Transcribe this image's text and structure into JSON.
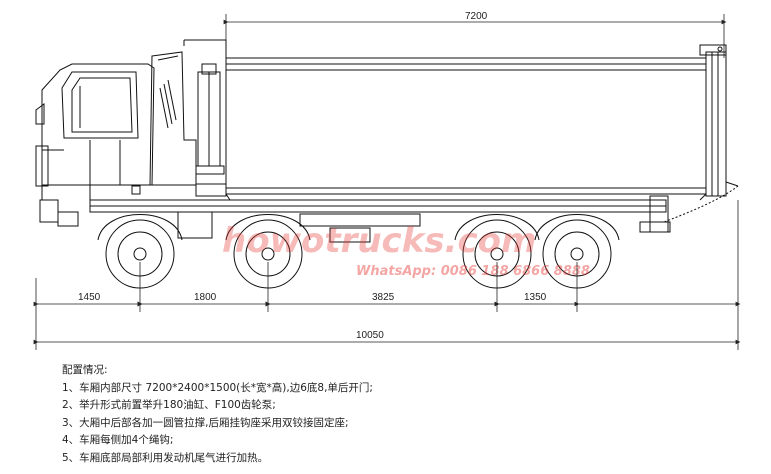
{
  "dimensions": {
    "box_length": "7200",
    "overhang_front": "1450",
    "wheelbase_1": "1800",
    "wheelbase_2": "3825",
    "wheelbase_3": "1350",
    "overall_length": "10050"
  },
  "watermark": {
    "site": "howotrucks.com",
    "whatsapp": "WhatsApp: 0086 188 6866 8888"
  },
  "notes": {
    "title": "配置情况:",
    "items": [
      "1、车厢内部尺寸 7200*2400*1500(长*宽*高),边6底8,单后开门;",
      "2、举升形式前置举升180油缸、F100齿轮泵;",
      "3、大厢中后部各加一圆管拉撑,后厢挂钩座采用双铰接固定座;",
      "4、车厢每侧加4个绳钩;",
      "5、车厢底部局部利用发动机尾气进行加热。"
    ]
  }
}
